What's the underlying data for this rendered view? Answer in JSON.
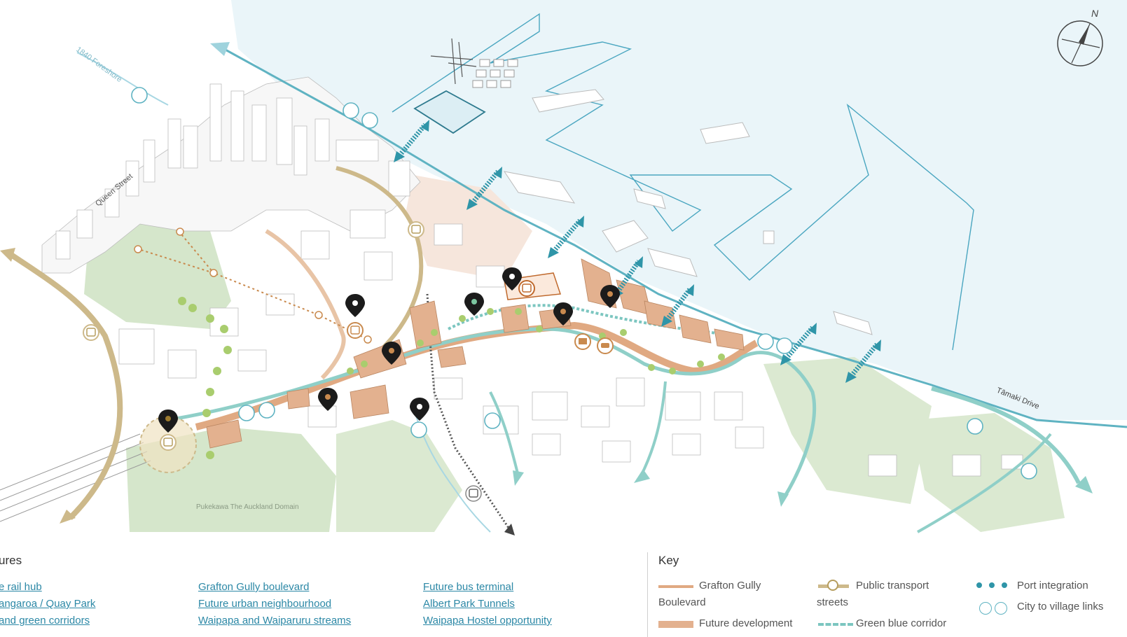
{
  "map": {
    "labels": {
      "foreshore": "1840 Foreshore",
      "queen_street": "Queen Street",
      "tamaki_drive": "Tāmaki Drive",
      "domain": "Pukekawa The Auckland Domain"
    },
    "compass": {
      "north_label": "N"
    },
    "colors": {
      "water": "#e6f3f8",
      "water_edge": "#4aa6c0",
      "green": "#cfe3c2",
      "future_development": "#e3b18f",
      "grafton_gully": "#e0a982",
      "public_transport": "#cdb98a",
      "green_blue": "#7cc6c0",
      "port_integration": "#2f95a8",
      "pin": "#1b1b1b"
    }
  },
  "features": {
    "title": "ures",
    "links": [
      "e rail hub",
      "angaroa / Quay Park",
      "and green corridors",
      "Grafton Gully boulevard",
      "Future urban neighbourhood",
      "Waipapa and Waiparuru streams",
      "Future bus terminal",
      "Albert Park Tunnels",
      "Waipapa Hostel opportunity"
    ]
  },
  "key": {
    "title": "Key",
    "items": [
      "Grafton Gully",
      "Boulevard",
      "Future development",
      "Public transport",
      "streets",
      "Green blue corridor",
      "Port integration",
      "City to village links"
    ]
  }
}
